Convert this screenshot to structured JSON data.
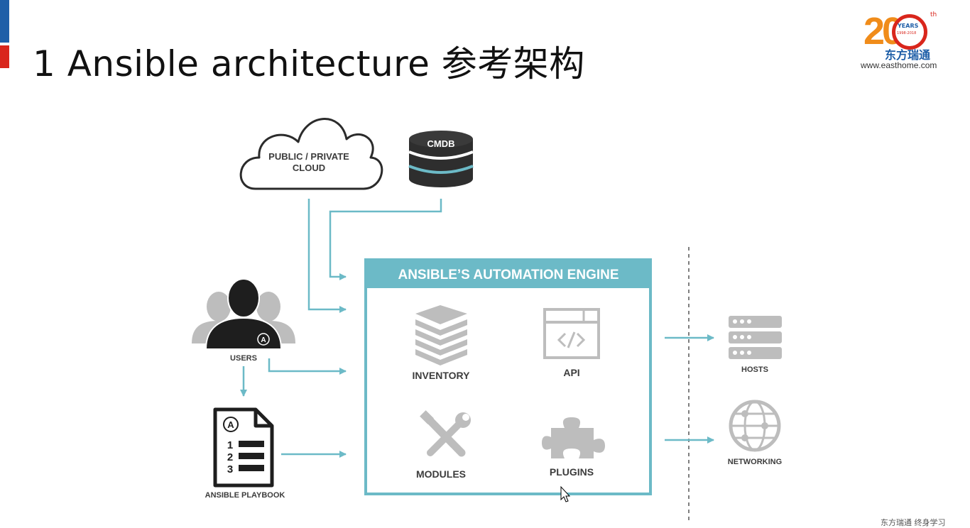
{
  "slide": {
    "title": "1 Ansible architecture 参考架构"
  },
  "logo": {
    "number": "20",
    "suffix": "th",
    "years": "YEARS",
    "dates": "1998-2018",
    "name": "东方瑞通",
    "url": "www.easthome.com"
  },
  "diagram": {
    "cloud_line1": "PUBLIC / PRIVATE",
    "cloud_line2": "CLOUD",
    "cmdb": "CMDB",
    "engine_title": "ANSIBLE’S AUTOMATION ENGINE",
    "inventory": "INVENTORY",
    "api": "API",
    "modules": "MODULES",
    "plugins": "PLUGINS",
    "users": "USERS",
    "playbook": "ANSIBLE PLAYBOOK",
    "playbook_symbol": "A",
    "users_symbol": "A",
    "step1": "1",
    "step2": "2",
    "step3": "3",
    "hosts": "HOSTS",
    "networking": "NETWORKING"
  },
  "footer": {
    "text": "东方瑞通  终身学习"
  },
  "colors": {
    "teal": "#6cbac7",
    "gray_icon": "#bdbdbd",
    "dark_icon": "#1e1e1e",
    "accent_blue": "#1f5fa8",
    "accent_red": "#d9261c"
  }
}
